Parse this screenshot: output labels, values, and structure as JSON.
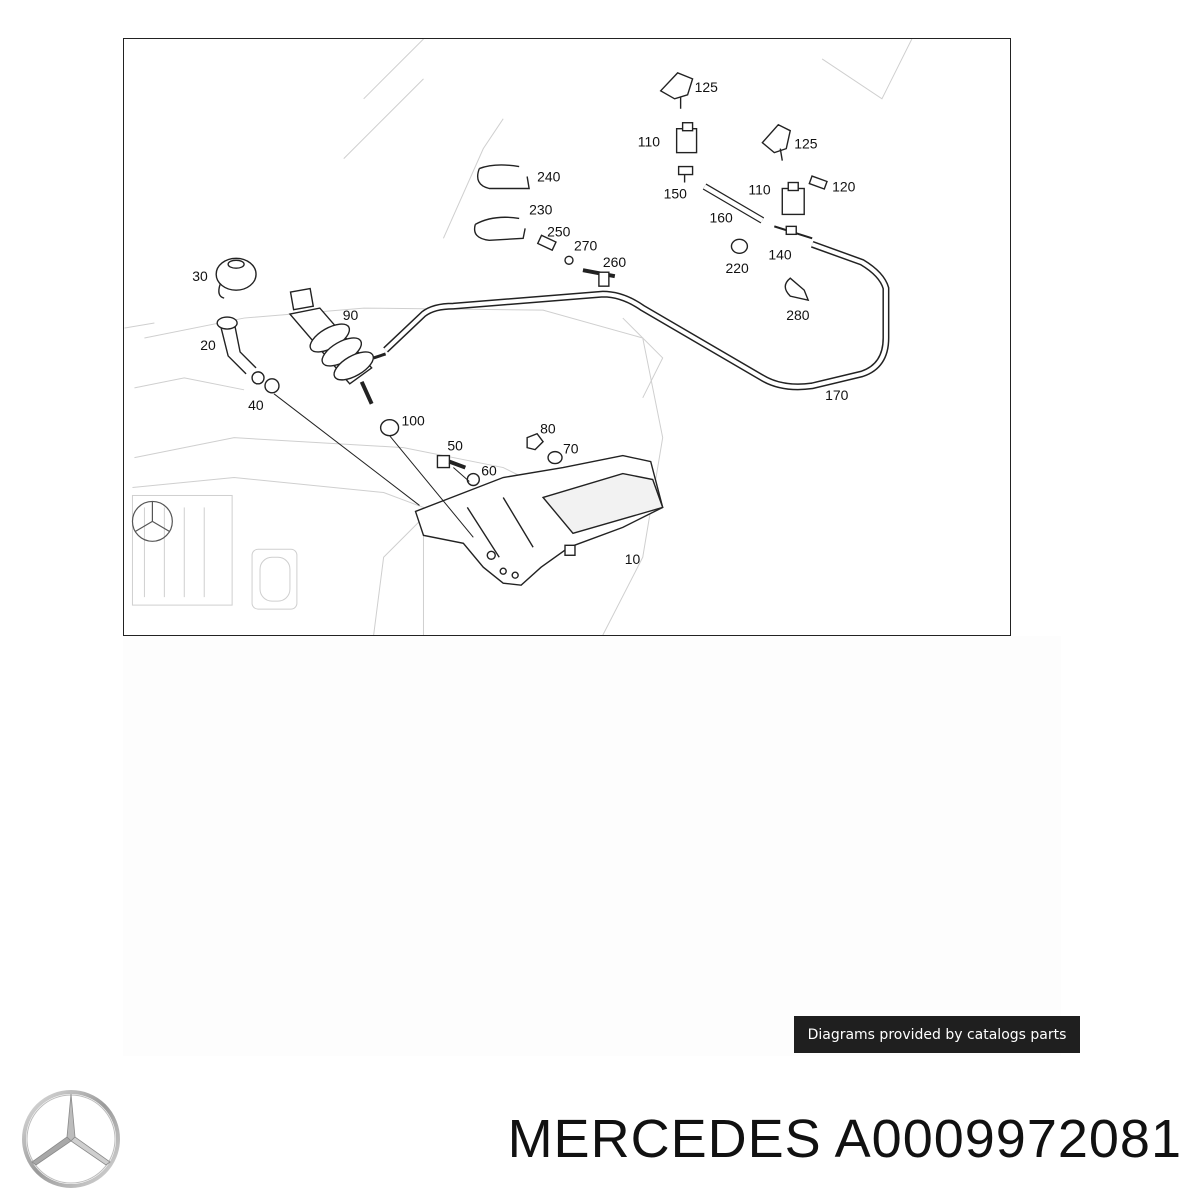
{
  "diagram": {
    "callouts": [
      "125",
      "110",
      "125",
      "240",
      "150",
      "110",
      "120",
      "230",
      "160",
      "250",
      "270",
      "220",
      "140",
      "30",
      "260",
      "90",
      "280",
      "20",
      "170",
      "40",
      "100",
      "80",
      "50",
      "70",
      "60",
      "10"
    ]
  },
  "credit": {
    "label": "Diagrams provided by catalogs parts"
  },
  "footer": {
    "brand": "MERCEDES",
    "part_number": "A0009972081"
  },
  "icons": {
    "logo": "mercedes-star-icon"
  }
}
